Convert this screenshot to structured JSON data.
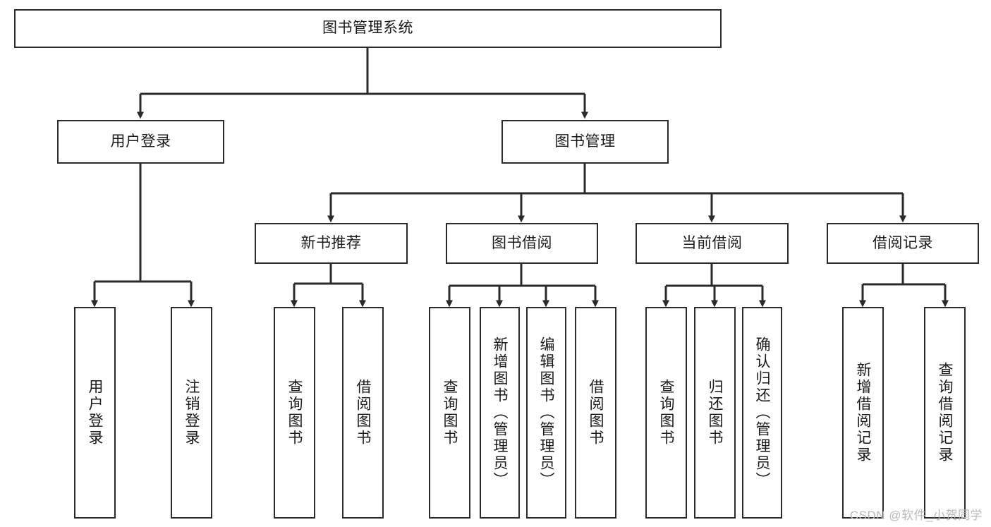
{
  "diagram": {
    "title": "图书管理系统",
    "type": "tree-hierarchy-diagram",
    "root": {
      "label": "图书管理系统"
    },
    "level2": [
      {
        "label": "用户登录"
      },
      {
        "label": "图书管理"
      }
    ],
    "level3": [
      {
        "label": "新书推荐"
      },
      {
        "label": "图书借阅"
      },
      {
        "label": "当前借阅"
      },
      {
        "label": "借阅记录"
      }
    ],
    "leaves": [
      {
        "label": "用户登录"
      },
      {
        "label": "注销登录"
      },
      {
        "label": "查询图书"
      },
      {
        "label": "借阅图书"
      },
      {
        "label": "查询图书"
      },
      {
        "label": "新增图书（管理员）"
      },
      {
        "label": "编辑图书（管理员）"
      },
      {
        "label": "借阅图书"
      },
      {
        "label": "查询图书"
      },
      {
        "label": "归还图书"
      },
      {
        "label": "确认归还（管理员）"
      },
      {
        "label": "新增借阅记录"
      },
      {
        "label": "查询借阅记录"
      }
    ]
  },
  "watermark": {
    "text": "CSDN @软件_小贺同学"
  },
  "colors": {
    "stroke": "#2b2b2b",
    "background": "#ffffff",
    "text": "#1a1a1a",
    "watermark": "#b9b9b9"
  }
}
